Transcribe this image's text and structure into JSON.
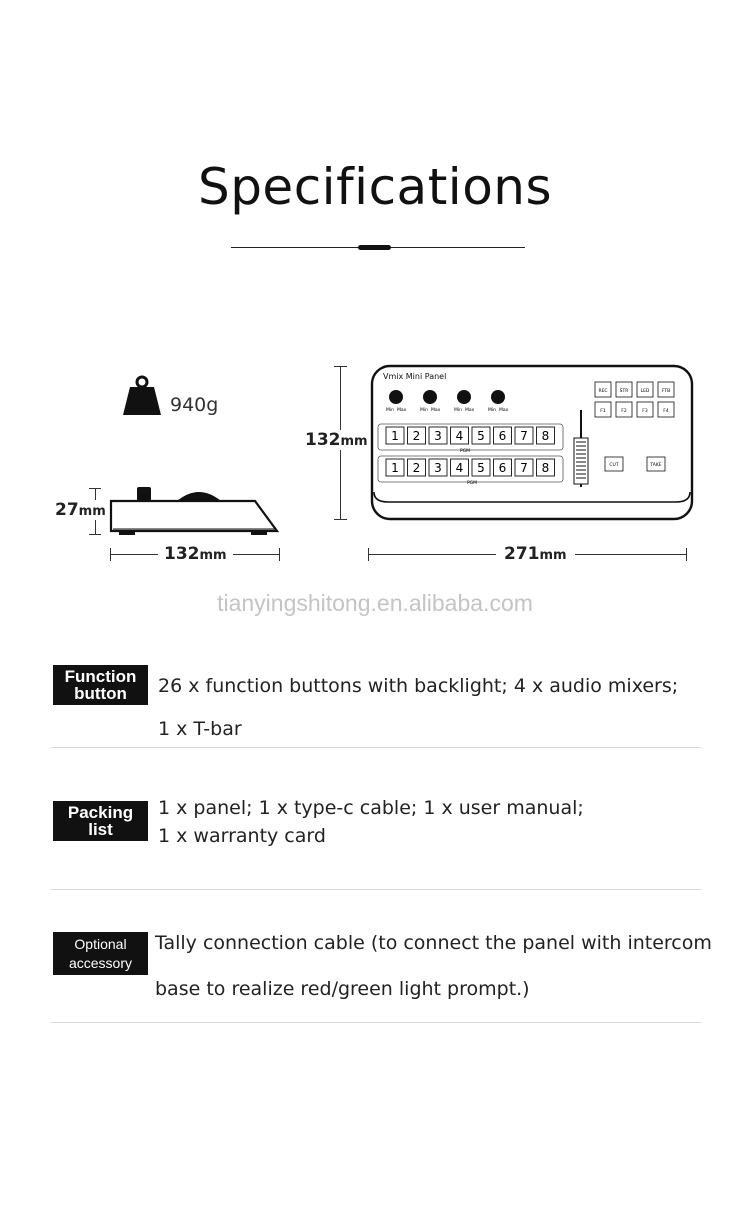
{
  "title": "Specifications",
  "weight": {
    "icon": "weight-icon",
    "value": "940g"
  },
  "dimensions": {
    "height_side": {
      "value": "27",
      "unit": "mm"
    },
    "depth": {
      "value": "132",
      "unit": "mm"
    },
    "height_front": {
      "value": "132",
      "unit": "mm"
    },
    "width": {
      "value": "271",
      "unit": "mm"
    }
  },
  "panel": {
    "name": "Vmix Mini Panel",
    "knob_labels": [
      "Min",
      "Max"
    ],
    "row_label": "PGM",
    "numbers": [
      "1",
      "2",
      "3",
      "4",
      "5",
      "6",
      "7",
      "8"
    ],
    "function_keys_top": [
      "REC",
      "STR",
      "LED",
      "FTB"
    ],
    "function_keys_bottom": [
      "F1",
      "F2",
      "F3",
      "F4"
    ],
    "cut": "CUT",
    "take": "TAKE"
  },
  "watermark": "tianyingshitong.en.alibaba.com",
  "specs": [
    {
      "label": [
        "Function",
        "button"
      ],
      "lines": [
        "26 x function buttons with backlight; 4 x audio mixers;",
        "1 x T-bar"
      ]
    },
    {
      "label": [
        "Packing",
        "list"
      ],
      "lines": [
        "1 x panel; 1 x type-c cable; 1 x user manual;",
        "1 x warranty card"
      ]
    },
    {
      "label": [
        "Optional",
        "accessory"
      ],
      "lines": [
        "Tally connection cable (to connect the panel with intercom",
        "base to realize red/green light prompt.)"
      ]
    }
  ]
}
